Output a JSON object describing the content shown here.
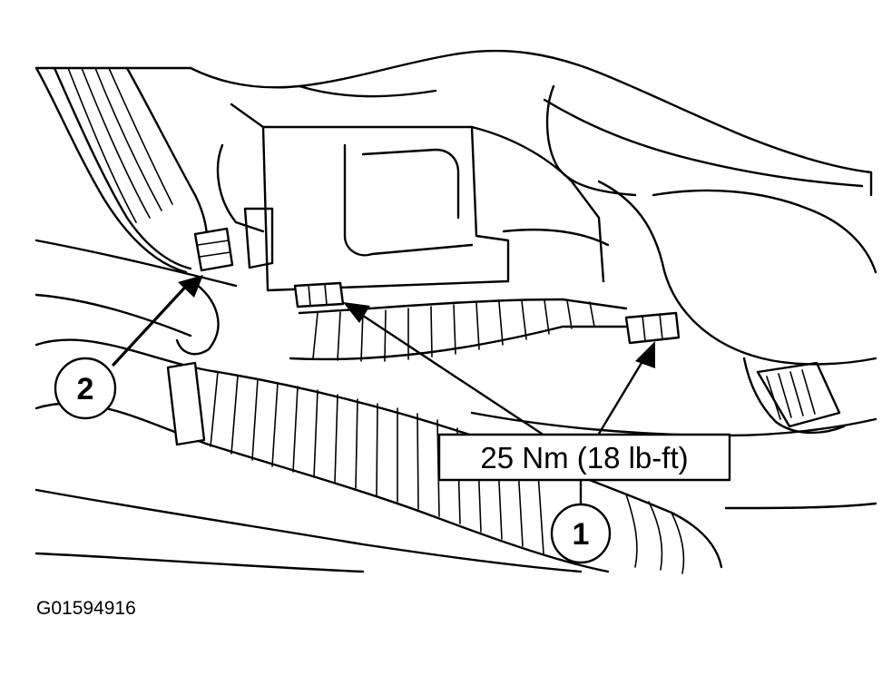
{
  "figure": {
    "id": "G01594916"
  },
  "callouts": [
    {
      "number": "1"
    },
    {
      "number": "2"
    }
  ],
  "torque_label": "25 Nm (18 lb-ft)"
}
